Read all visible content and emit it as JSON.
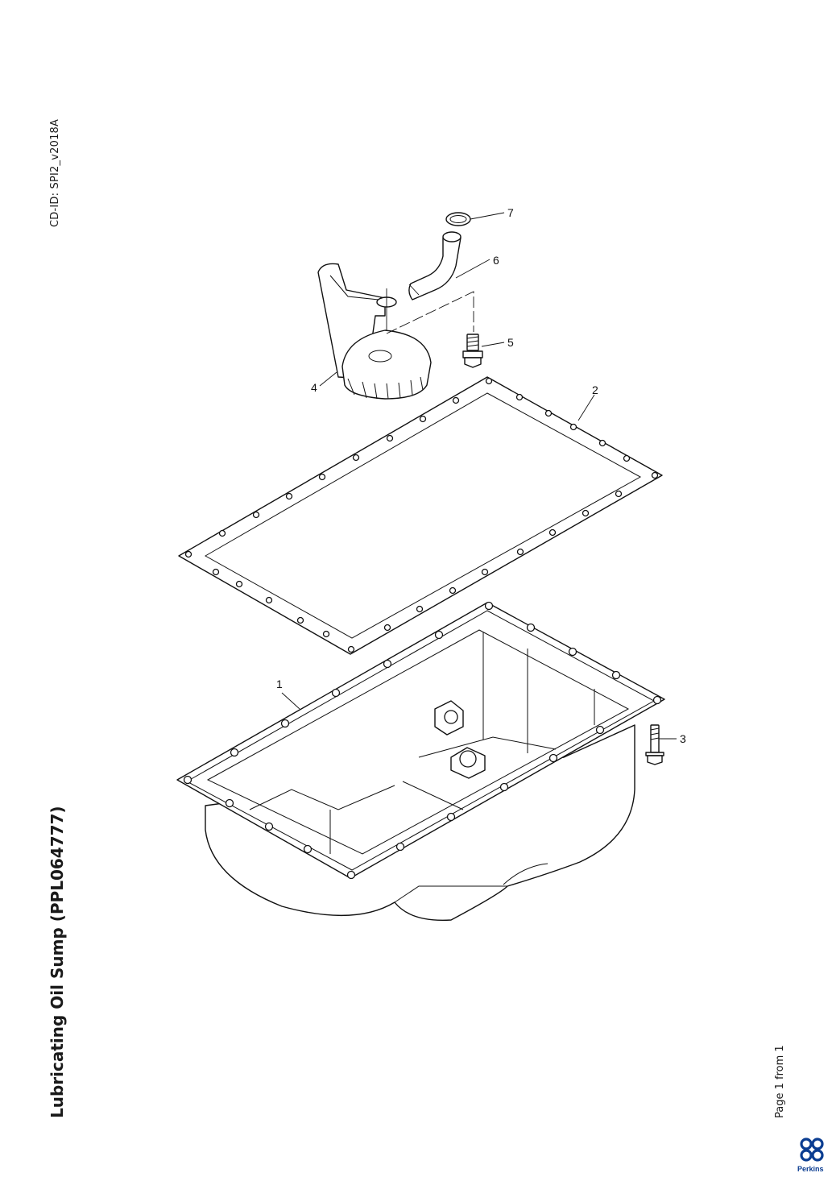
{
  "document": {
    "cd_id": "CD-ID: SPI2_v2018A",
    "title": "Lubricating Oil Sump (PPL064777)",
    "page_info": "Page 1 from 1"
  },
  "callouts": [
    "1",
    "2",
    "3",
    "4",
    "5",
    "6",
    "7"
  ],
  "brand": {
    "name": "Perkins",
    "color": "#0b3d91"
  }
}
